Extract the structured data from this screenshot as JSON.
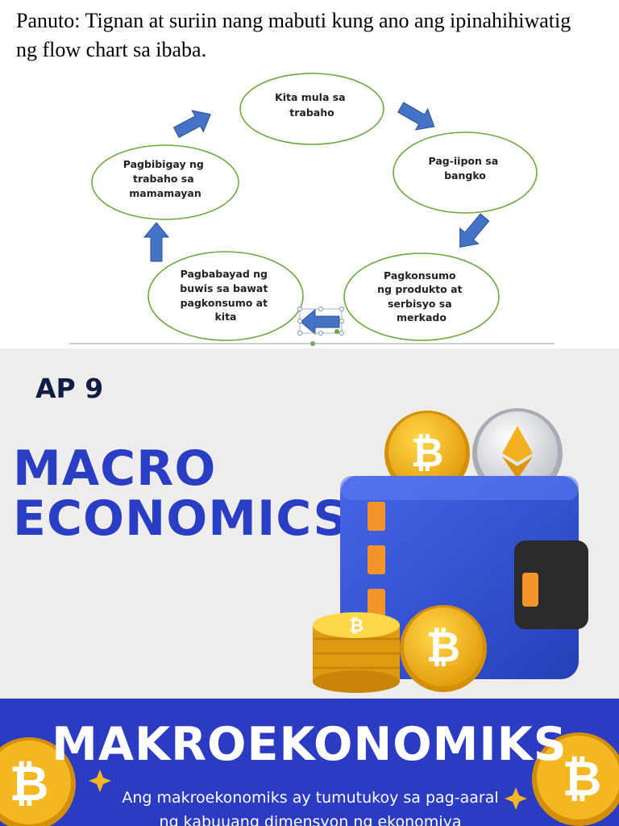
{
  "instructions": "Panuto: Tignan at suriin nang mabuti kung ano ang ipinahihiwatig ng flow chart sa ibaba.",
  "flow_chart": {
    "nodes": [
      {
        "id": "kita",
        "lines": [
          "Kita mula sa",
          "trabaho"
        ]
      },
      {
        "id": "pag-iipon",
        "lines": [
          "Pag-iipon sa",
          "bangko"
        ]
      },
      {
        "id": "pagkonsumo",
        "lines": [
          "Pagkonsumo",
          "ng produkto at",
          "serbisyo sa",
          "merkado"
        ]
      },
      {
        "id": "pagbabayad",
        "lines": [
          "Pagbabayad ng",
          "buwis sa bawat",
          "pagkonsumo at",
          "kita"
        ]
      },
      {
        "id": "pagbibigay",
        "lines": [
          "Pagbibigay ng",
          "trabaho sa",
          "mamamayan"
        ]
      }
    ],
    "colors": {
      "oval_stroke": "#6aaa3c",
      "arrow_fill": "#4472c4"
    }
  },
  "cover": {
    "subject": "AP 9",
    "title_line1": "MACRO",
    "title_line2": "ECONOMICS",
    "colors": {
      "background": "#efedeb",
      "title": "#2a3ec4",
      "subject": "#111d44"
    }
  },
  "intro": {
    "title": "MAKROEKONOMIKS",
    "description": "Ang makroekonomiks ay tumutukoy sa pag-aaral ng kabuuang dimensyon ng ekonomiya",
    "colors": {
      "background": "#2b3bc2",
      "text": "#ffffff"
    }
  }
}
